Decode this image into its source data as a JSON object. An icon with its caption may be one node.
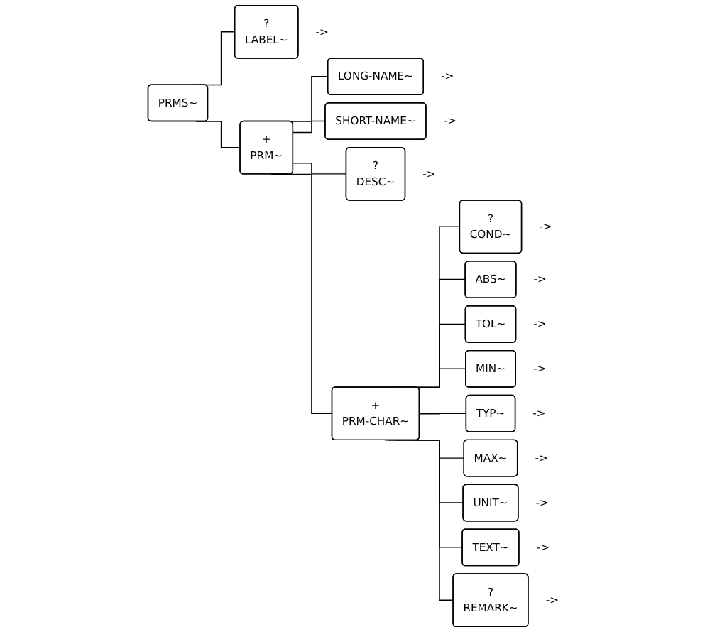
{
  "diagram": {
    "nodes": [
      {
        "text": [
          "PRMS~"
        ]
      },
      {
        "text": [
          "?",
          "LABEL~"
        ],
        "beside": [
          "->"
        ]
      },
      {
        "text": [
          "+",
          "PRM~"
        ]
      },
      {
        "text": [
          "LONG-NAME~"
        ],
        "beside": [
          "->"
        ]
      },
      {
        "text": [
          "SHORT-NAME~"
        ],
        "beside": [
          "->"
        ]
      },
      {
        "text": [
          "?",
          "DESC~"
        ],
        "beside": [
          "->"
        ]
      },
      {
        "text": [
          "+",
          "PRM-CHAR~"
        ]
      },
      {
        "text": [
          "?",
          "COND~"
        ],
        "beside": [
          "->"
        ]
      },
      {
        "text": [
          "ABS~"
        ],
        "beside": [
          "->"
        ]
      },
      {
        "text": [
          "TOL~"
        ],
        "beside": [
          "->"
        ]
      },
      {
        "text": [
          "MIN~"
        ],
        "beside": [
          "->"
        ]
      },
      {
        "text": [
          "TYP~"
        ],
        "beside": [
          "->"
        ]
      },
      {
        "text": [
          "MAX~"
        ],
        "beside": [
          "->"
        ]
      },
      {
        "text": [
          "UNIT~"
        ],
        "beside": [
          "->"
        ]
      },
      {
        "text": [
          "TEXT~"
        ],
        "beside": [
          "->"
        ]
      },
      {
        "text": [
          "?",
          "REMARK~"
        ],
        "beside": [
          "->"
        ]
      }
    ],
    "edges": [
      {
        "from": 0,
        "to": 1,
        "arrow": "none"
      },
      {
        "from": 0,
        "to": 2,
        "arrow": "none"
      },
      {
        "from": 2,
        "to": 3,
        "arrow": "none"
      },
      {
        "from": 2,
        "to": 4,
        "arrow": "none"
      },
      {
        "from": 2,
        "to": 5,
        "arrow": "none"
      },
      {
        "from": 2,
        "to": 6,
        "arrow": "none"
      },
      {
        "from": 6,
        "to": 7,
        "arrow": "none"
      },
      {
        "from": 6,
        "to": 8,
        "arrow": "none"
      },
      {
        "from": 6,
        "to": 9,
        "arrow": "none"
      },
      {
        "from": 6,
        "to": 10,
        "arrow": "none"
      },
      {
        "from": 6,
        "to": 11,
        "arrow": "none"
      },
      {
        "from": 6,
        "to": 12,
        "arrow": "none"
      },
      {
        "from": 6,
        "to": 13,
        "arrow": "none"
      },
      {
        "from": 6,
        "to": 14,
        "arrow": "none"
      },
      {
        "from": 6,
        "to": 15,
        "arrow": "none"
      }
    ]
  }
}
